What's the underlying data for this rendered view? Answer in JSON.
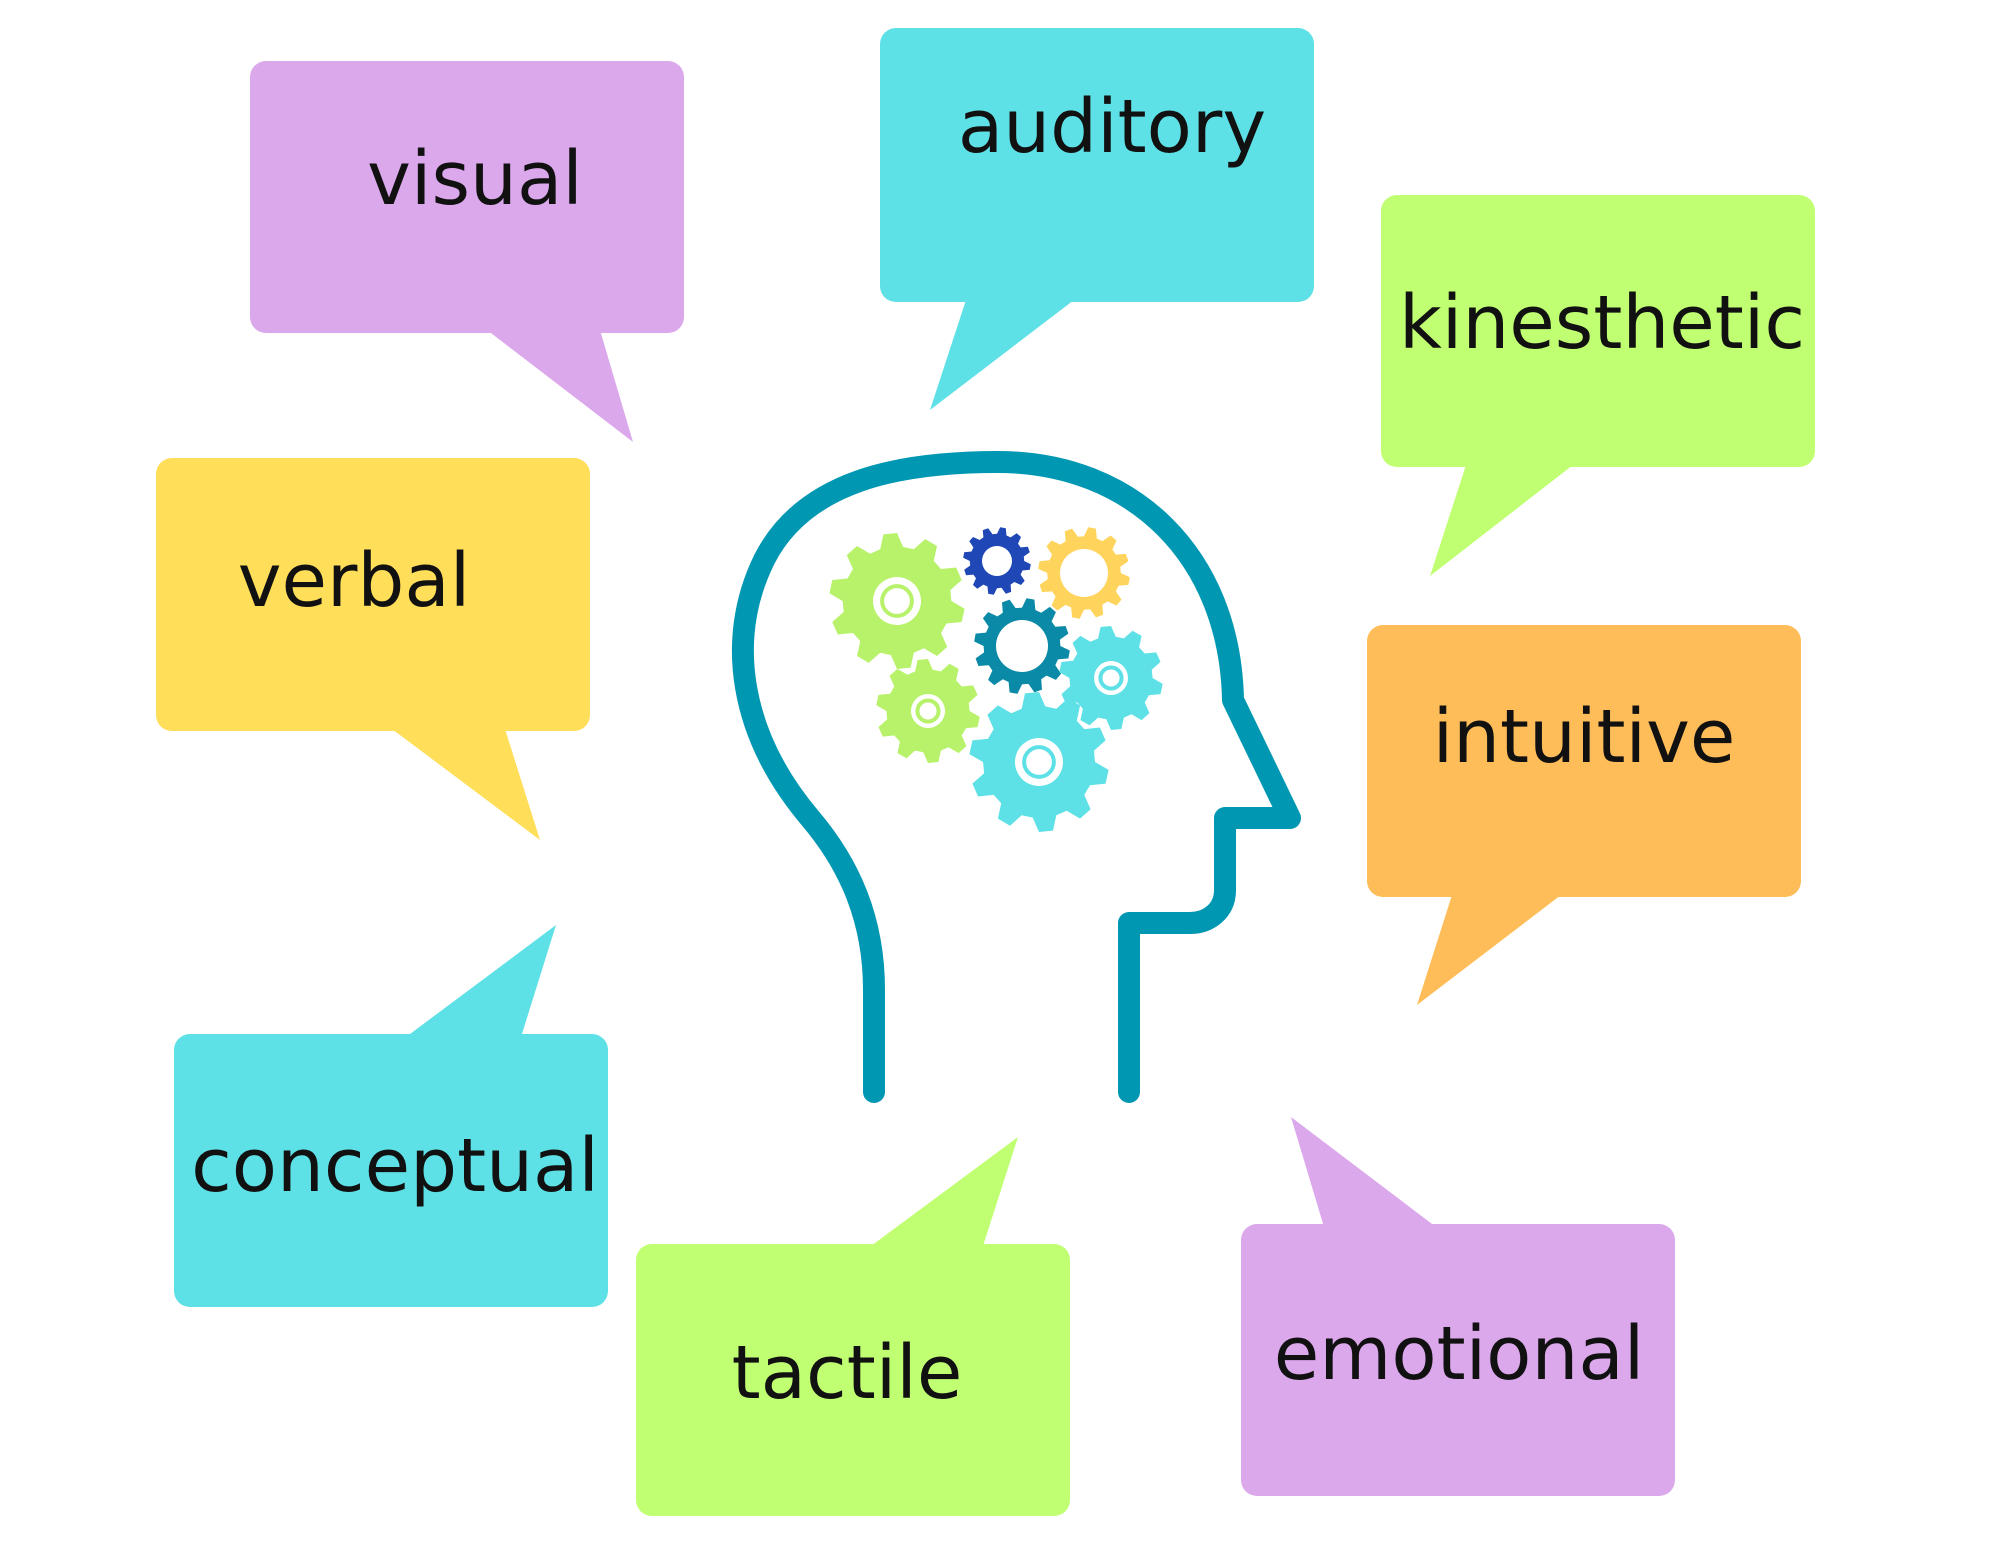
{
  "bubbles": [
    {
      "id": "visual",
      "label": "visual",
      "color": "#dba8ec"
    },
    {
      "id": "auditory",
      "label": "auditory",
      "color": "#5ee1e6"
    },
    {
      "id": "kinesthetic",
      "label": "kinesthetic",
      "color": "#c1ff72"
    },
    {
      "id": "verbal",
      "label": "verbal",
      "color": "#ffde59"
    },
    {
      "id": "intuitive",
      "label": "intuitive",
      "color": "#ffbd59"
    },
    {
      "id": "conceptual",
      "label": "conceptual",
      "color": "#5ee1e6"
    },
    {
      "id": "tactile",
      "label": "tactile",
      "color": "#c1ff72"
    },
    {
      "id": "emotional",
      "label": "emotional",
      "color": "#dba8ec"
    }
  ],
  "head": {
    "outline_color": "#0097b2",
    "gear_colors": {
      "lime": "#b7f26a",
      "yellow": "#ffd45c",
      "navy": "#1f47b5",
      "teal": "#0a8aa6",
      "cyan": "#5ee1e6"
    }
  }
}
